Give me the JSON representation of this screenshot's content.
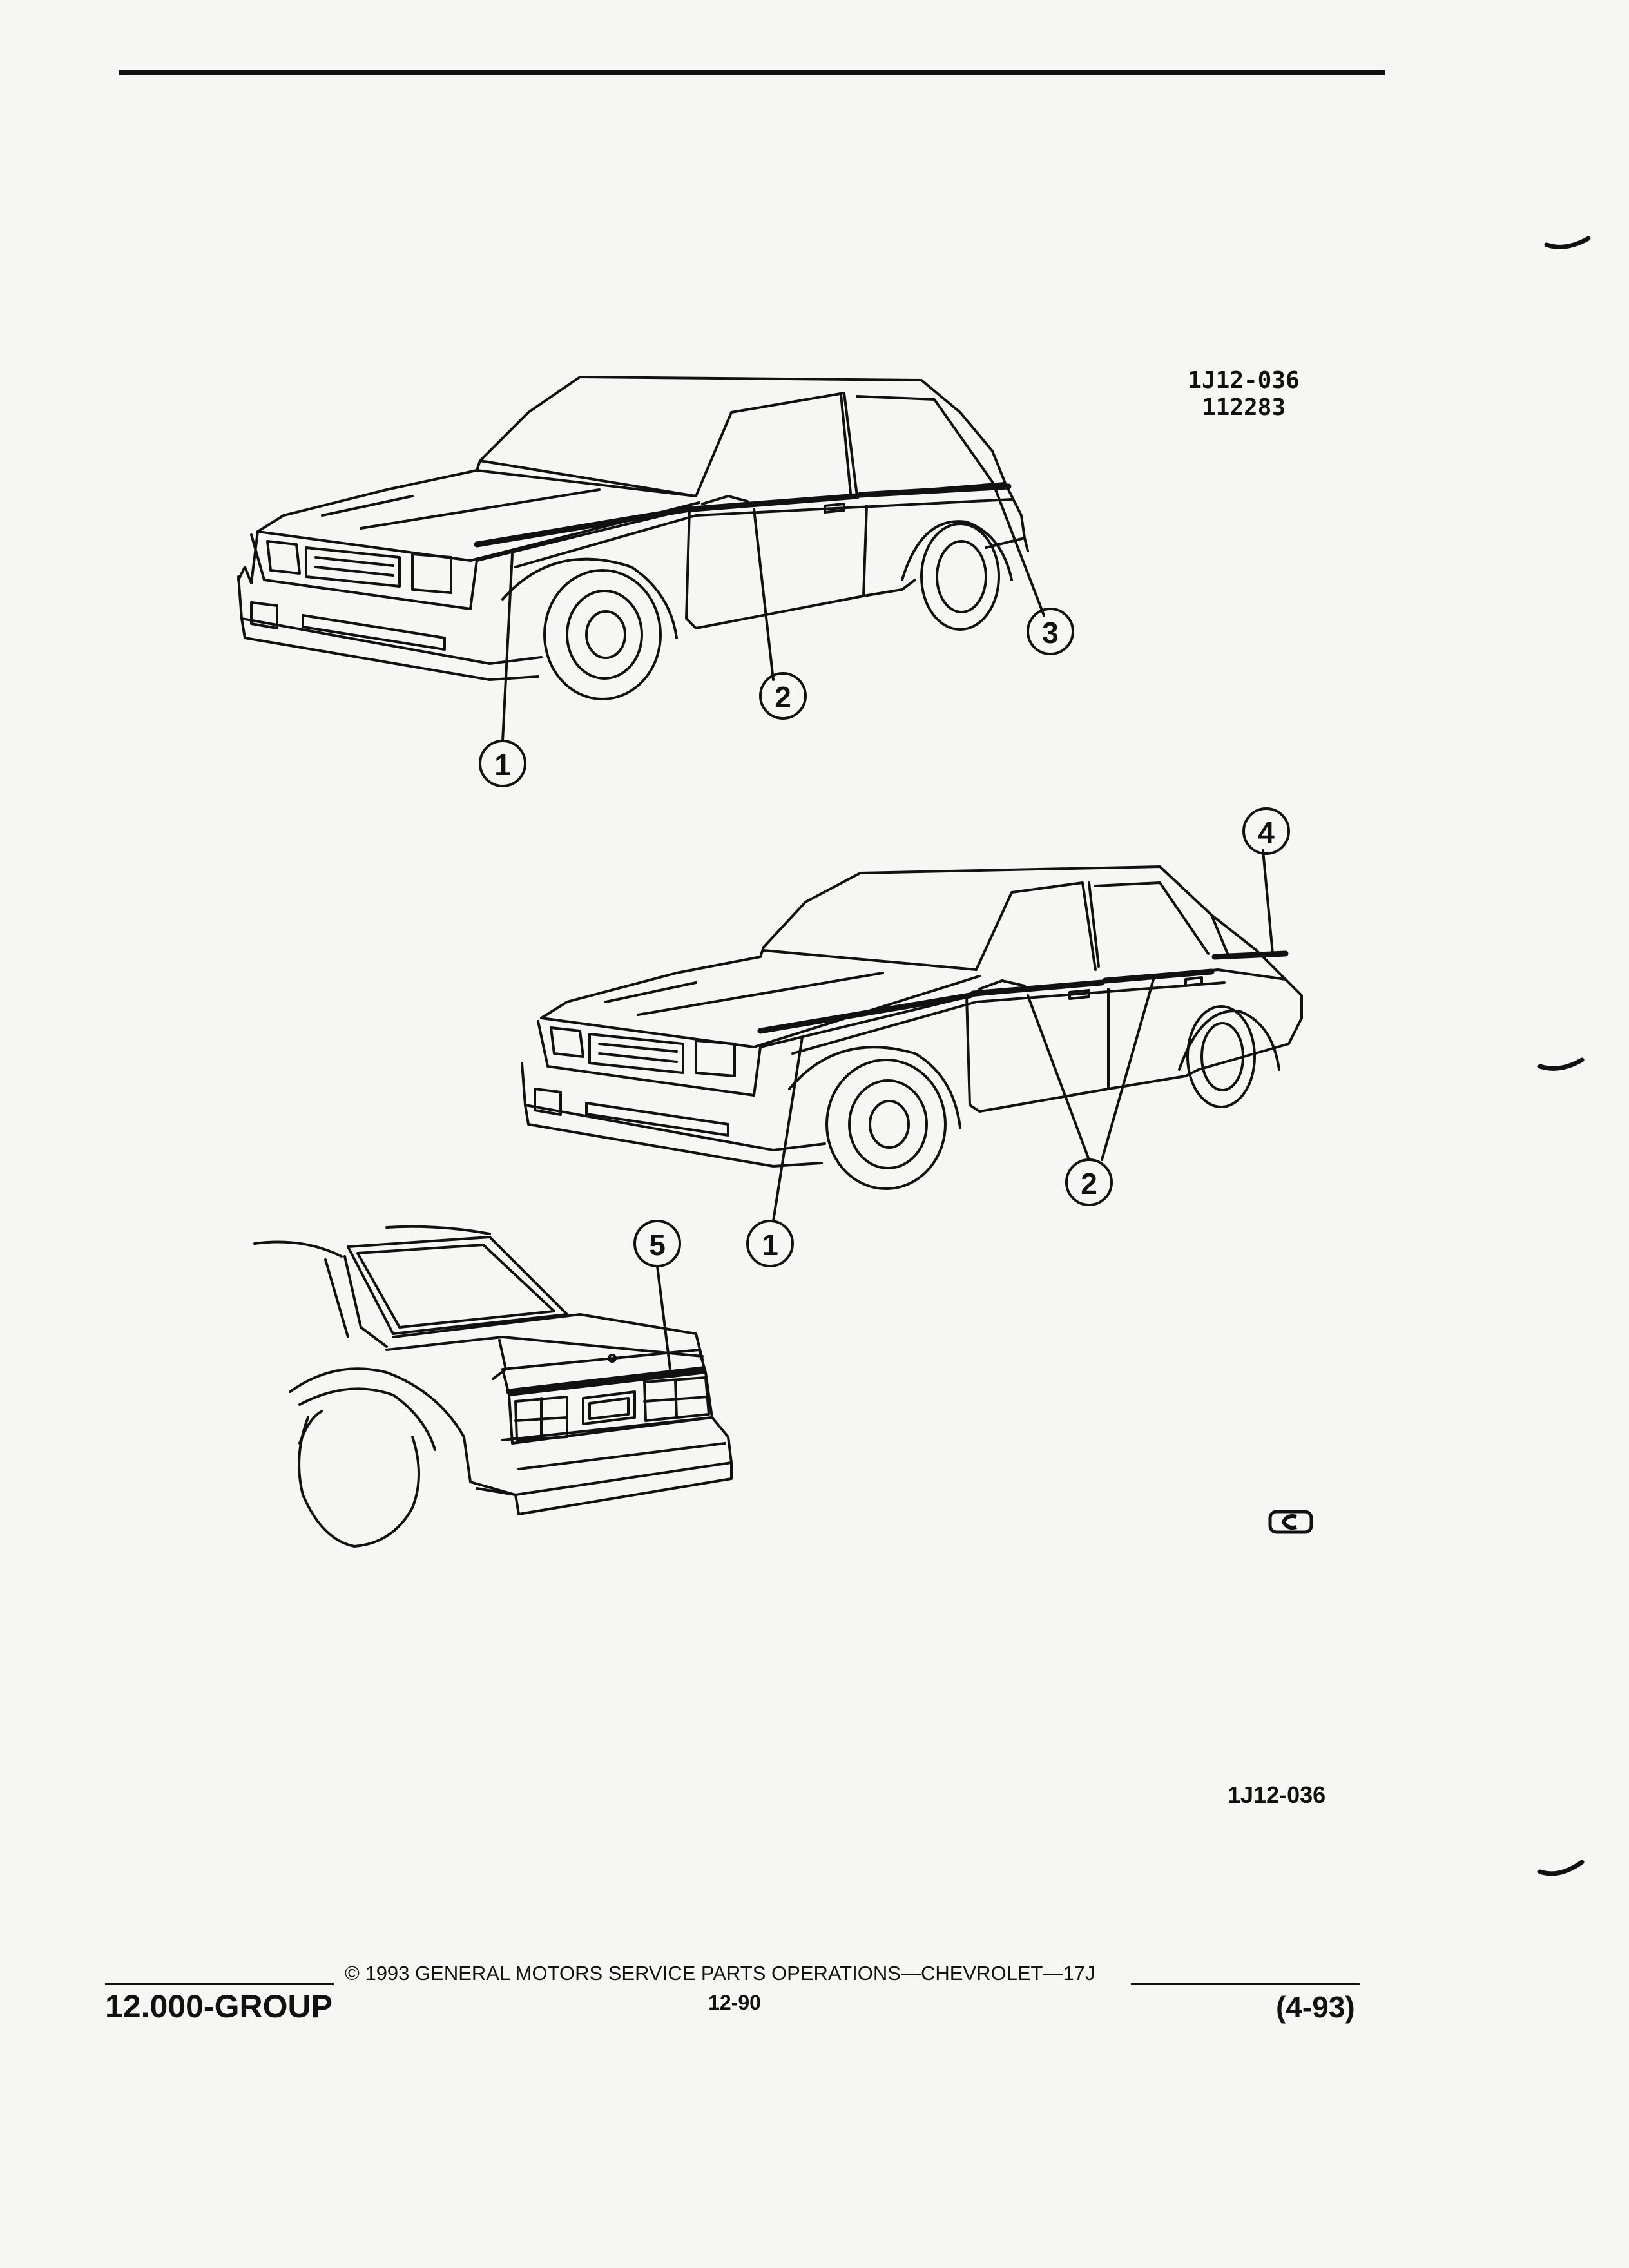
{
  "reference": {
    "code": "1J12-036",
    "number": "112283"
  },
  "figure_code": "1J12-036",
  "callouts": {
    "coupe": [
      "1",
      "2",
      "3"
    ],
    "sedan": [
      "4",
      "2",
      "1"
    ],
    "rear": [
      "5"
    ]
  },
  "footer": {
    "group": "12.000-GROUP",
    "copyright": "© 1993 GENERAL MOTORS SERVICE PARTS OPERATIONS—CHEVROLET—17J",
    "page": "12-90",
    "date": "(4-93)"
  },
  "icons": {
    "logo": "gm-logo-icon"
  },
  "colors": {
    "ink": "#111111",
    "paper": "#f6f6f4"
  }
}
